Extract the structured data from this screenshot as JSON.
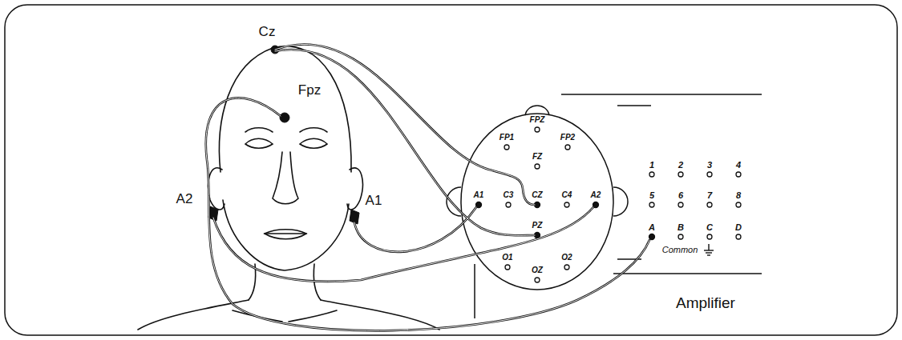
{
  "diagram": {
    "labels": [
      "Cz",
      "Fpz",
      "A2",
      "A1",
      "FPZ",
      "FP1",
      "FP2",
      "FZ",
      "A1",
      "C3",
      "CZ",
      "C4",
      "A2",
      "PZ",
      "O1",
      "O2",
      "OZ",
      "1",
      "2",
      "3",
      "4",
      "5",
      "6",
      "7",
      "8",
      "A",
      "B",
      "C",
      "D",
      "Common",
      "Amplifier"
    ]
  }
}
